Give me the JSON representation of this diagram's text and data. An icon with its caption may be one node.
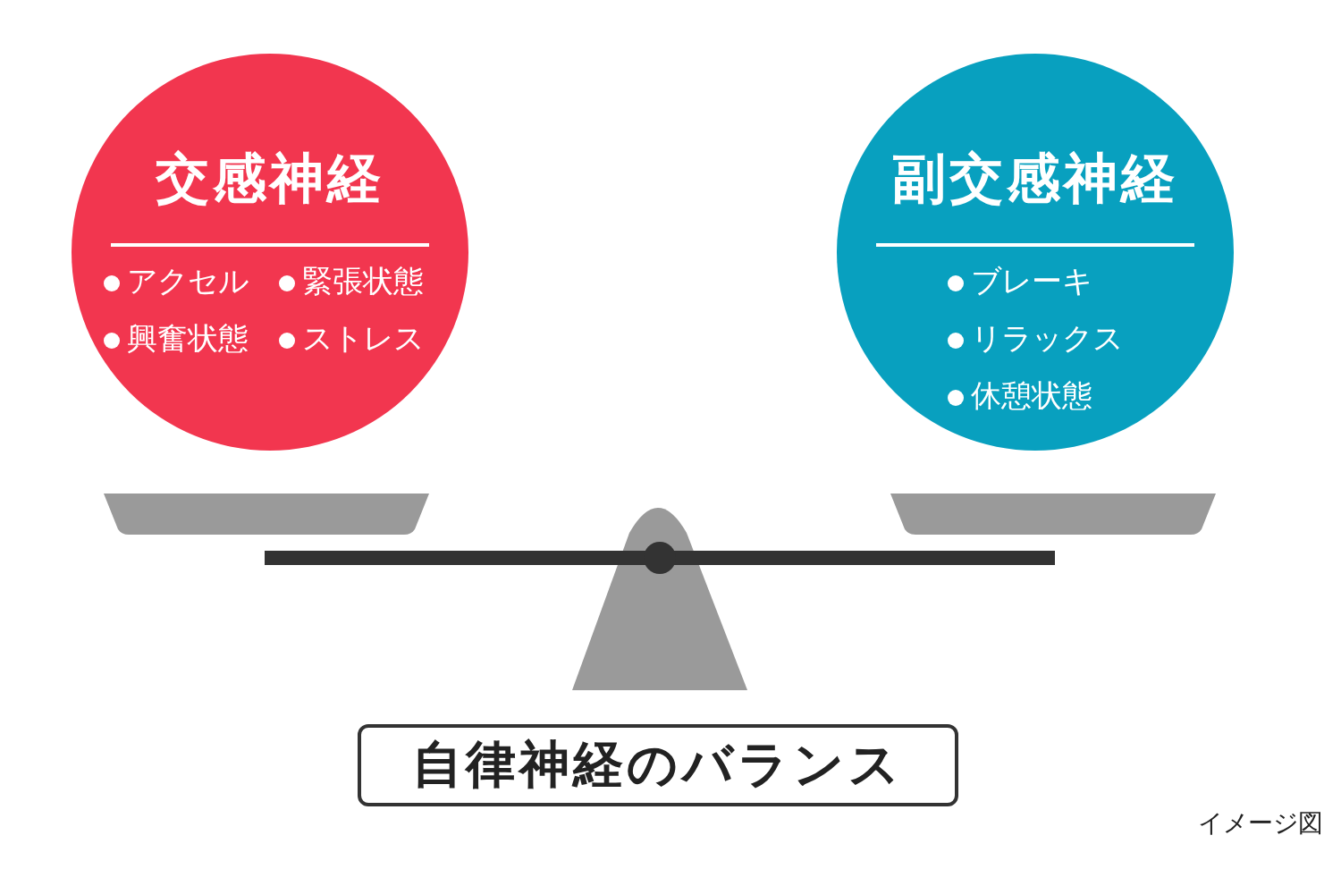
{
  "diagram": {
    "nodes": [
      {
        "text": [
          "交感神経",
          "アクセル",
          "緊張状態",
          "興奮状態",
          "ストレス"
        ]
      },
      {
        "text": [
          "副交感神経",
          "ブレーキ",
          "リラックス",
          "休憩状態"
        ]
      },
      {
        "text": [
          "自律神経のバランス"
        ]
      }
    ],
    "labels": [
      "イメージ図"
    ]
  }
}
